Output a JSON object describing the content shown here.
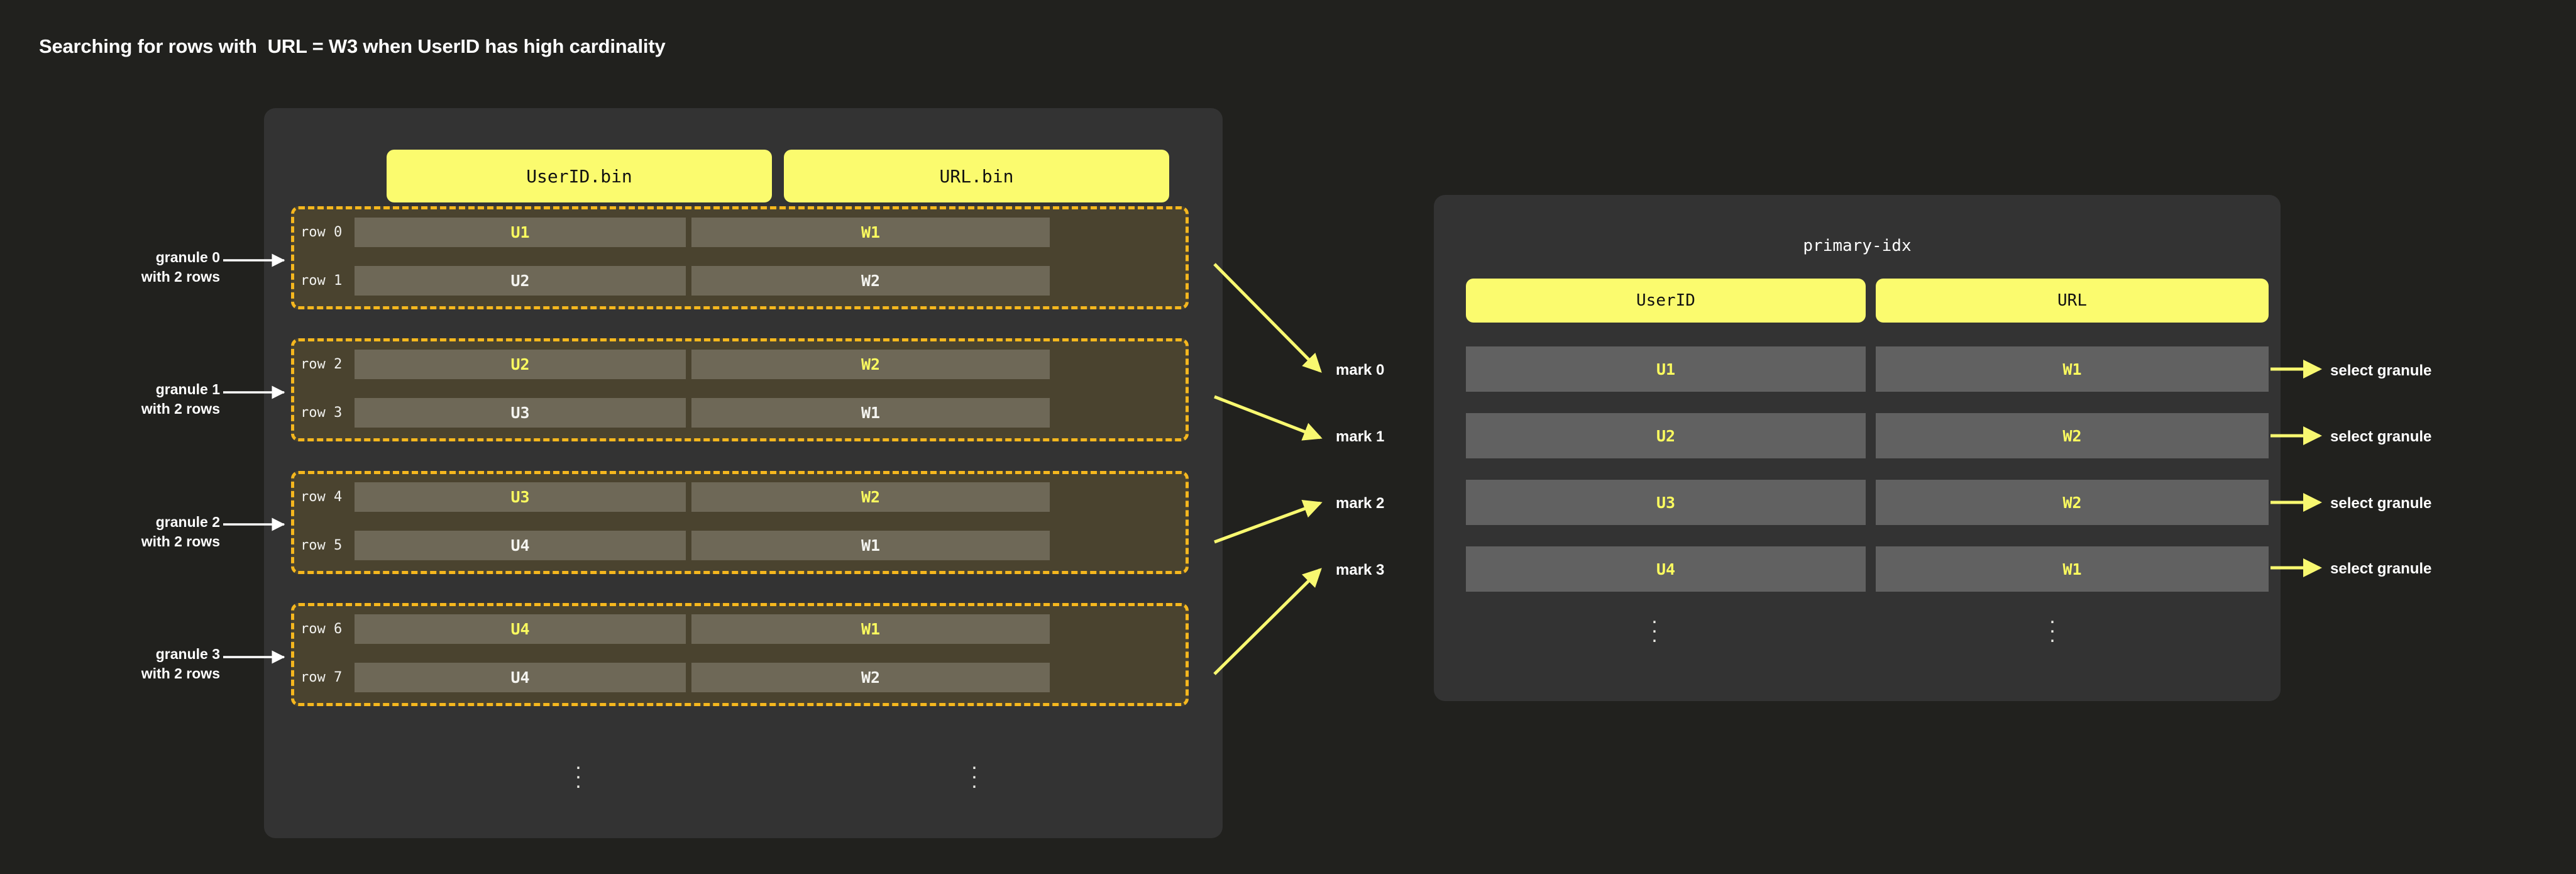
{
  "title": "Searching for rows with  URL = W3 when UserID has high cardinality",
  "colors": {
    "page_background": "#21211e",
    "panel_background": "#333333",
    "accent_yellow": "#fbfb6e",
    "granule_border": "#f5b71e",
    "granule_background": "#4a432f",
    "data_cell": "#6e6857",
    "index_cell": "#616161",
    "highlight_text": "#fbfb5f",
    "normal_text": "#f4f4f0"
  },
  "parts_panel": {
    "columns": [
      {
        "label": "UserID.bin"
      },
      {
        "label": "URL.bin"
      }
    ],
    "granules": [
      {
        "side_label_line1": "granule 0",
        "side_label_line2": "with 2 rows",
        "rows": [
          {
            "row_label": "row 0",
            "userid": "U1",
            "url": "W1",
            "highlighted": true
          },
          {
            "row_label": "row 1",
            "userid": "U2",
            "url": "W2",
            "highlighted": false
          }
        ]
      },
      {
        "side_label_line1": "granule 1",
        "side_label_line2": "with 2 rows",
        "rows": [
          {
            "row_label": "row 2",
            "userid": "U2",
            "url": "W2",
            "highlighted": true
          },
          {
            "row_label": "row 3",
            "userid": "U3",
            "url": "W1",
            "highlighted": false
          }
        ]
      },
      {
        "side_label_line1": "granule 2",
        "side_label_line2": "with 2 rows",
        "rows": [
          {
            "row_label": "row 4",
            "userid": "U3",
            "url": "W2",
            "highlighted": true
          },
          {
            "row_label": "row 5",
            "userid": "U4",
            "url": "W1",
            "highlighted": false
          }
        ]
      },
      {
        "side_label_line1": "granule 3",
        "side_label_line2": "with 2 rows",
        "rows": [
          {
            "row_label": "row 6",
            "userid": "U4",
            "url": "W1",
            "highlighted": true
          },
          {
            "row_label": "row 7",
            "userid": "U4",
            "url": "W2",
            "highlighted": false
          }
        ]
      }
    ],
    "ellipsis": "⋮"
  },
  "marks": [
    {
      "label": "mark 0"
    },
    {
      "label": "mark 1"
    },
    {
      "label": "mark 2"
    },
    {
      "label": "mark 3"
    }
  ],
  "primary_index": {
    "title": "primary-idx",
    "columns": [
      {
        "label": "UserID"
      },
      {
        "label": "URL"
      }
    ],
    "rows": [
      {
        "userid": "U1",
        "url": "W1",
        "action": "select granule"
      },
      {
        "userid": "U2",
        "url": "W2",
        "action": "select granule"
      },
      {
        "userid": "U3",
        "url": "W2",
        "action": "select granule"
      },
      {
        "userid": "U4",
        "url": "W1",
        "action": "select granule"
      }
    ],
    "ellipsis": "⋮"
  }
}
